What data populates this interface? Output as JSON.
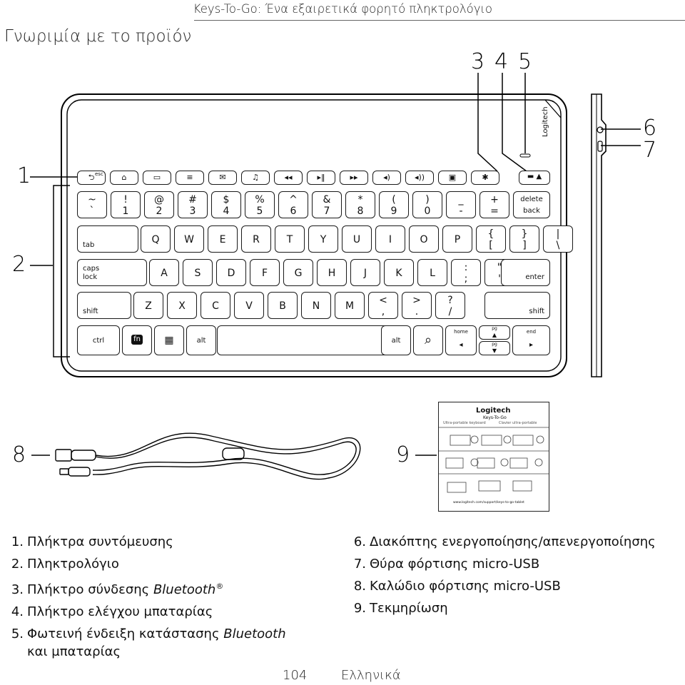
{
  "header": {
    "title": "Keys-To-Go: Ένα εξαιρετικά φορητό πληκτρολόγιο"
  },
  "section": {
    "title": "Γνωριμία με το προϊόν"
  },
  "callouts": {
    "c1": "1",
    "c2": "2",
    "c3": "3",
    "c4": "4",
    "c5": "5",
    "c6": "6",
    "c7": "7",
    "c8": "8",
    "c9": "9"
  },
  "keyboard": {
    "brand": "Logitech",
    "row_shortcut": [
      "esc",
      "",
      "",
      "",
      "",
      "",
      "",
      "",
      "",
      "",
      "",
      "",
      ""
    ],
    "row_numbers": [
      {
        "top": "~",
        "bottom": "`"
      },
      {
        "top": "!",
        "bottom": "1"
      },
      {
        "top": "@",
        "bottom": "2"
      },
      {
        "top": "#",
        "bottom": "3"
      },
      {
        "top": "$",
        "bottom": "4"
      },
      {
        "top": "%",
        "bottom": "5"
      },
      {
        "top": "^",
        "bottom": "6"
      },
      {
        "top": "&",
        "bottom": "7"
      },
      {
        "top": "*",
        "bottom": "8"
      },
      {
        "top": "(",
        "bottom": "9"
      },
      {
        "top": ")",
        "bottom": "0"
      },
      {
        "top": "_",
        "bottom": "-"
      },
      {
        "top": "+",
        "bottom": "="
      }
    ],
    "delete_top": "delete",
    "delete_bottom": "back",
    "tab": "tab",
    "row_qwerty": [
      "Q",
      "W",
      "E",
      "R",
      "T",
      "Y",
      "U",
      "I",
      "O",
      "P"
    ],
    "bracket_l": {
      "top": "{",
      "bottom": "["
    },
    "bracket_r": {
      "top": "}",
      "bottom": "]"
    },
    "pipe": {
      "top": "|",
      "bottom": "\\"
    },
    "caps_top": "caps",
    "caps_bottom": "lock",
    "row_asdf": [
      "A",
      "S",
      "D",
      "F",
      "G",
      "H",
      "J",
      "K",
      "L"
    ],
    "semicolon": {
      "top": ":",
      "bottom": ";"
    },
    "quote": {
      "top": "\"",
      "bottom": "'"
    },
    "enter": "enter",
    "shift": "shift",
    "row_zxcv": [
      "Z",
      "X",
      "C",
      "V",
      "B",
      "N",
      "M"
    ],
    "comma": {
      "top": "<",
      "bottom": ","
    },
    "period": {
      "top": ">",
      "bottom": "."
    },
    "slash": {
      "top": "?",
      "bottom": "/"
    },
    "shift_r": "shift",
    "ctrl": "ctrl",
    "fn": "fn",
    "alt": "alt",
    "alt_r": "alt",
    "home": "home",
    "end": "end",
    "pg_up": "pg",
    "pg_down": "pg"
  },
  "doc": {
    "brand": "Logitech",
    "title": "Keys-To-Go",
    "sub_left": "Ultra-portable keyboard",
    "sub_right": "Clavier ultra-portable",
    "url": "www.logitech.com/support/keys-to-go-tablet"
  },
  "list_left": [
    {
      "n": "1.",
      "text": "Πλήκτρα συντόμευσης"
    },
    {
      "n": "2.",
      "text": "Πληκτρολόγιο"
    },
    {
      "n": "3.",
      "text": "Πλήκτρο σύνδεσης ",
      "em": "Bluetooth",
      "sup": "®"
    },
    {
      "n": "4.",
      "text": "Πλήκτρο ελέγχου μπαταρίας"
    },
    {
      "n": "5.",
      "text": "Φωτεινή ένδειξη κατάστασης ",
      "em": "Bluetooth",
      "line2": "και μπαταρίας"
    }
  ],
  "list_right": [
    {
      "n": "6.",
      "text": "Διακόπτης ενεργοποίησης/απενεργοποίησης"
    },
    {
      "n": "7.",
      "text": "Θύρα φόρτισης micro-USB"
    },
    {
      "n": "8.",
      "text": "Καλώδιο φόρτισης micro-USB"
    },
    {
      "n": "9.",
      "text": "Τεκμηρίωση"
    }
  ],
  "footer": {
    "page": "104",
    "language": "Ελληνικά"
  }
}
